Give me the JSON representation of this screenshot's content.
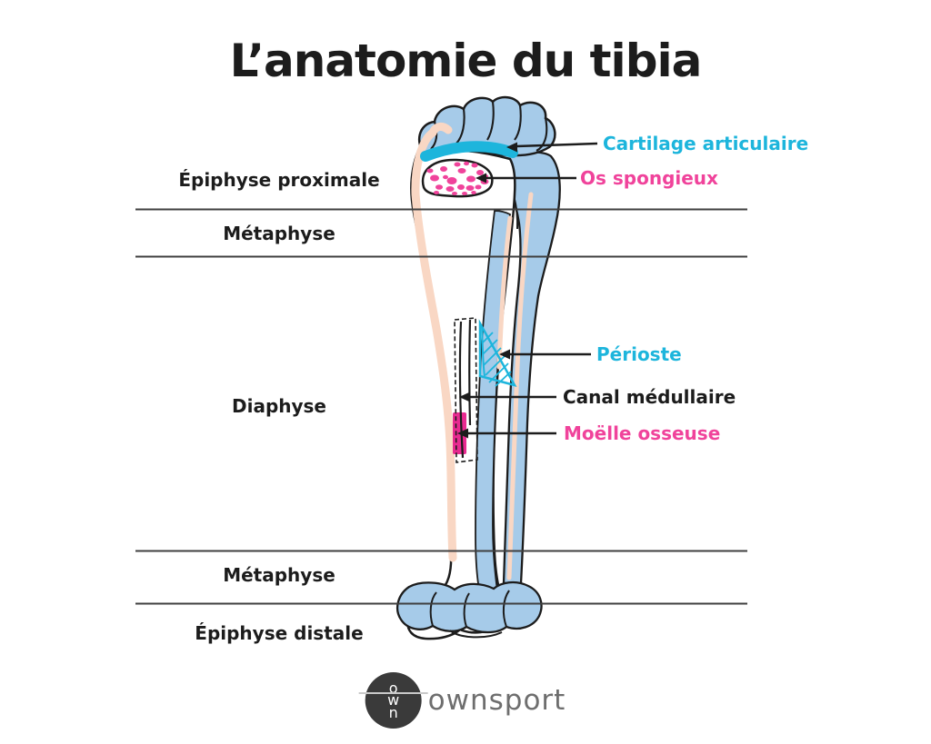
{
  "title": "L’anatomie du tibia",
  "sections": {
    "proximal_epiphysis": "Épiphyse proximale",
    "metaphysis_top": "Métaphyse",
    "diaphysis": "Diaphyse",
    "metaphysis_bottom": "Métaphyse",
    "distal_epiphysis": "Épiphyse distale"
  },
  "annotations": {
    "cartilage": "Cartilage articulaire",
    "spongy_bone": "Os spongieux",
    "periosteum": "Périoste",
    "medullary_canal": "Canal médullaire",
    "bone_marrow": "Moëlle osseuse"
  },
  "logo": {
    "brand": "ownsport",
    "monogram": {
      "top": "o",
      "middle": "w",
      "bottom": "n"
    }
  },
  "colors": {
    "cyan": "#1db5dc",
    "pink": "#f0439b",
    "magenta": "#e82a90",
    "bone_blue": "#a6cbe9",
    "skin_peach": "#f9d7c4",
    "ink": "#1c1c1c",
    "section_line": "#3f3f3f",
    "logo_dark": "#3a3a3a",
    "logo_text": "#6e6e6e"
  }
}
